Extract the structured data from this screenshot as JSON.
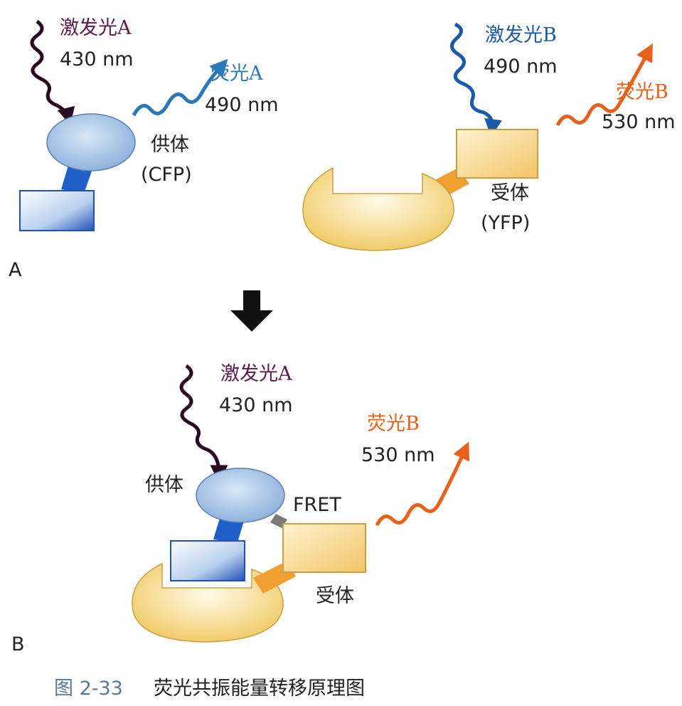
{
  "colors": {
    "excitation_a": "#5a1a4a",
    "excitation_b": "#1a5aa8",
    "fluorescence_a": "#2a78b8",
    "fluorescence_b": "#e8601a",
    "donor_blue": "#1f5fc8",
    "acceptor_orange": "#f0a030",
    "acceptor_yellow": "#f7dc95",
    "fret_gray": "#7a7a7a",
    "caption": "#5a7a96"
  },
  "panel_a": {
    "label": "A",
    "excitation_a": {
      "name": "激发光A",
      "wavelength": "430 nm"
    },
    "fluorescence_a": {
      "name": "荧光A",
      "wavelength": "490 nm"
    },
    "donor": {
      "name": "供体",
      "protein": "(CFP)"
    },
    "excitation_b": {
      "name": "激发光B",
      "wavelength": "490 nm"
    },
    "fluorescence_b": {
      "name": "荧光B",
      "wavelength": "530 nm"
    },
    "acceptor": {
      "name": "受体",
      "protein": "(YFP)"
    }
  },
  "panel_b": {
    "label": "B",
    "excitation_a": {
      "name": "激发光A",
      "wavelength": "430 nm"
    },
    "fluorescence_b": {
      "name": "荧光B",
      "wavelength": "530 nm"
    },
    "donor": {
      "name": "供体"
    },
    "fret": "FRET",
    "acceptor": {
      "name": "受体"
    }
  },
  "caption": {
    "number": "图 2-33",
    "title": "荧光共振能量转移原理图"
  }
}
